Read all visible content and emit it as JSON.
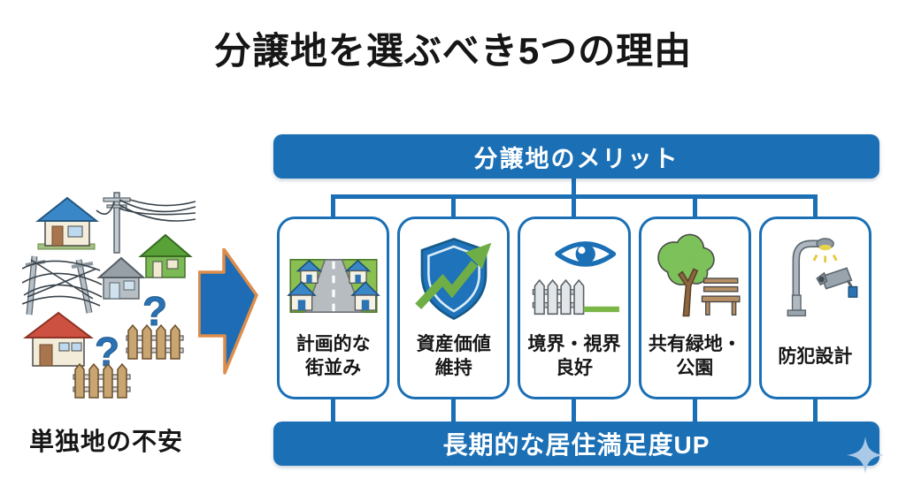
{
  "page": {
    "title": "分譲地を選ぶべき5つの理由"
  },
  "left_panel": {
    "caption": "単独地の不安",
    "illustration": "cluttered standalone houses with tangled power lines, question marks and fences"
  },
  "arrow": {
    "direction": "right"
  },
  "diagram": {
    "top_banner": "分譲地のメリット",
    "bottom_banner": "長期的な居住満足度UP",
    "cards": [
      {
        "lines": [
          "計画的な",
          "街並み"
        ],
        "icon": "planned-townscape"
      },
      {
        "lines": [
          "資産価値",
          "維持"
        ],
        "icon": "shield-growth-arrow"
      },
      {
        "lines": [
          "境界・視界",
          "良好"
        ],
        "icon": "eye-and-fence"
      },
      {
        "lines": [
          "共有緑地・",
          "公園"
        ],
        "icon": "tree-and-bench"
      },
      {
        "lines": [
          "防犯設計"
        ],
        "icon": "streetlamp-security-camera"
      }
    ]
  },
  "colors": {
    "banner_blue": "#1b6fb5",
    "arrow_blue": "#1d6cb5",
    "arrow_orange": "#dd8c4a",
    "accent_green": "#7ab648",
    "text_dark": "#161616"
  }
}
